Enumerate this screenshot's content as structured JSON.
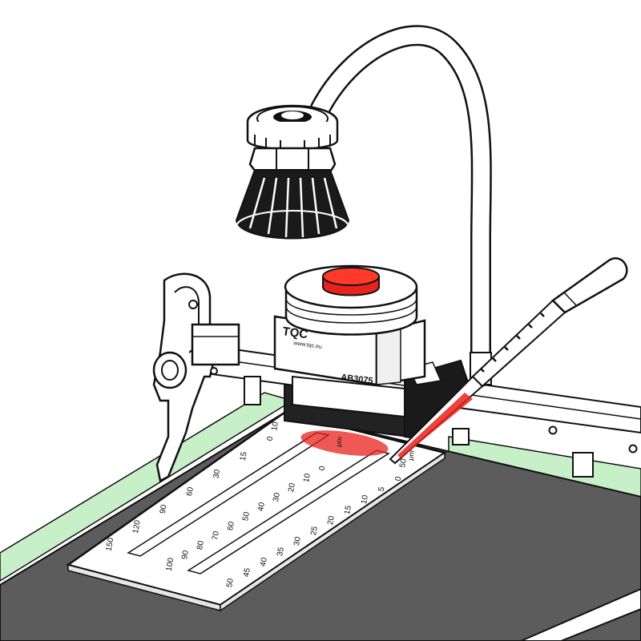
{
  "device": {
    "brand": "TQC",
    "website": "www.tqc.eu",
    "model": "AB3075",
    "slot_labels": {
      "left": "10",
      "right": "50"
    }
  },
  "gauge": {
    "unit": "μm",
    "row1": [
      "150",
      "120",
      "90",
      "60",
      "30",
      "15",
      "0"
    ],
    "row2": [
      "100",
      "90",
      "80",
      "70",
      "60",
      "50",
      "40",
      "30",
      "20",
      "10",
      "0"
    ],
    "row3": [
      "50",
      "45",
      "40",
      "35",
      "30",
      "25",
      "20",
      "15",
      "10",
      "5",
      "0"
    ]
  },
  "colors": {
    "knob": "#e8221c",
    "paint": "#e8221c",
    "bed": "#5c5c5c",
    "bed_edge": "#c8f0c8",
    "outline": "#111111",
    "lamp": "#1a1a1a"
  },
  "icons": {
    "lamp": "led-lamp-icon",
    "pipette": "pipette-icon",
    "clamp": "clamp-icon"
  }
}
